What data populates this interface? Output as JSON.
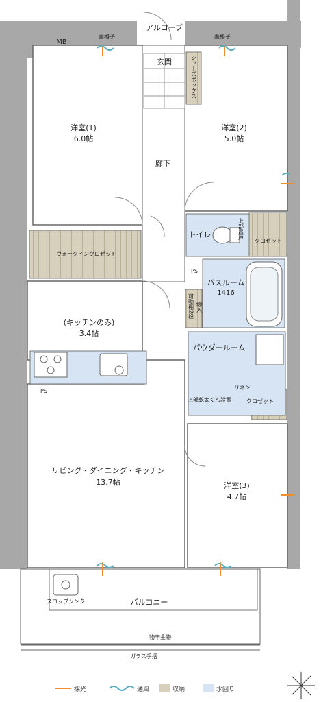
{
  "labels": {
    "alcove": "アルコーブ",
    "grille_left": "面格子",
    "grille_right": "面格子",
    "mb": "MB",
    "entrance": "玄関",
    "shoe_box": "シューズボックス",
    "hallway": "廊下",
    "room1_name": "洋室(1)",
    "room1_size": "6.0帖",
    "room2_name": "洋室(2)",
    "room2_size": "5.0帖",
    "walkin_closet": "ウォークインクロゼット",
    "toilet": "トイレ",
    "upper_shelf": "上部吊戸",
    "closet_a": "クロゼット",
    "ps_top": "PS",
    "bathroom": "バスルーム",
    "bath_size": "1416",
    "movable_shelf": "可動棚2段",
    "storage_mono": "物入",
    "kitchen_name": "(キッチンのみ)",
    "kitchen_size": "3.4帖",
    "powder_room": "パウダールーム",
    "linen": "リネン",
    "closet_b": "クロゼット",
    "dryer_note": "上部乾太くん設置",
    "ps_bottom": "PS",
    "ldk_name": "リビング・ダイニング・キッチン",
    "ldk_size": "13.7帖",
    "room3_name": "洋室(3)",
    "room3_size": "4.7帖",
    "slop_sink": "スロップシンク",
    "balcony": "バルコニー",
    "laundry_hanger": "物干金物",
    "glass_railing": "ガラス手摺"
  },
  "legend": {
    "daylight": "採光",
    "ventilation": "通風",
    "storage": "収納",
    "wet_area": "水回り"
  },
  "colors": {
    "wall": "#8c8c8c",
    "storage": "#d6d0bc",
    "storage_hatch": "#b9b196",
    "wet_area": "#d6e4f3",
    "daylight": "#f28c2c",
    "ventilation": "#5aaec2",
    "line": "#555555"
  }
}
